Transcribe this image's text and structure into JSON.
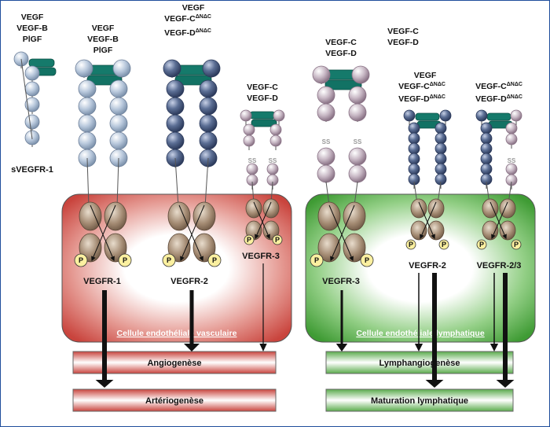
{
  "colors": {
    "red_cell": "#c9443d",
    "green_cell": "#3f9b34",
    "pale_receptor": "#b8c8dc",
    "dark_receptor": "#5c6f95",
    "pink_receptor": "#c7b7c4",
    "ligand": "#157a6b",
    "kinase": "#a38a72",
    "phospho": "#fbf0a0"
  },
  "ligands": {
    "svegfr1": [
      "VEGF",
      "VEGF-B",
      "PlGF"
    ],
    "vegfr1": [
      "VEGF",
      "VEGF-B",
      "PlGF"
    ],
    "vegfr2": [
      "VEGF",
      "VEGF-C",
      "VEGF-D"
    ],
    "vegfr3_red": [
      "VEGF-C",
      "VEGF-D"
    ],
    "vegfr3_green": [
      "VEGF-C",
      "VEGF-D"
    ],
    "top_right": [
      "VEGF-C",
      "VEGF-D"
    ],
    "vegfr2_green": [
      "VEGF",
      "VEGF-C",
      "VEGF-D"
    ],
    "vegfr23": [
      "VEGF-C",
      "VEGF-D"
    ],
    "sup": "ΔNΔC"
  },
  "receptors": {
    "svegfr1": "sVEGFR-1",
    "vegfr1": "VEGFR-1",
    "vegfr2": "VEGFR-2",
    "vegfr3_red": "VEGFR-3",
    "vegfr3_green": "VEGFR-3",
    "vegfr2_green": "VEGFR-2",
    "vegfr23": "VEGFR-2/3"
  },
  "ss": "SS",
  "phospho": "P",
  "cells": {
    "vascular": "Cellule endothéliale vasculaire",
    "lymphatic": "Cellule endothéliale lymphatique"
  },
  "outcomes": {
    "angiogenesis": "Angiogenèse",
    "arteriogenesis": "Artériogenèse",
    "lymphangiogenesis": "Lymphangiogenèse",
    "lymph_maturation": "Maturation lymphatique"
  }
}
